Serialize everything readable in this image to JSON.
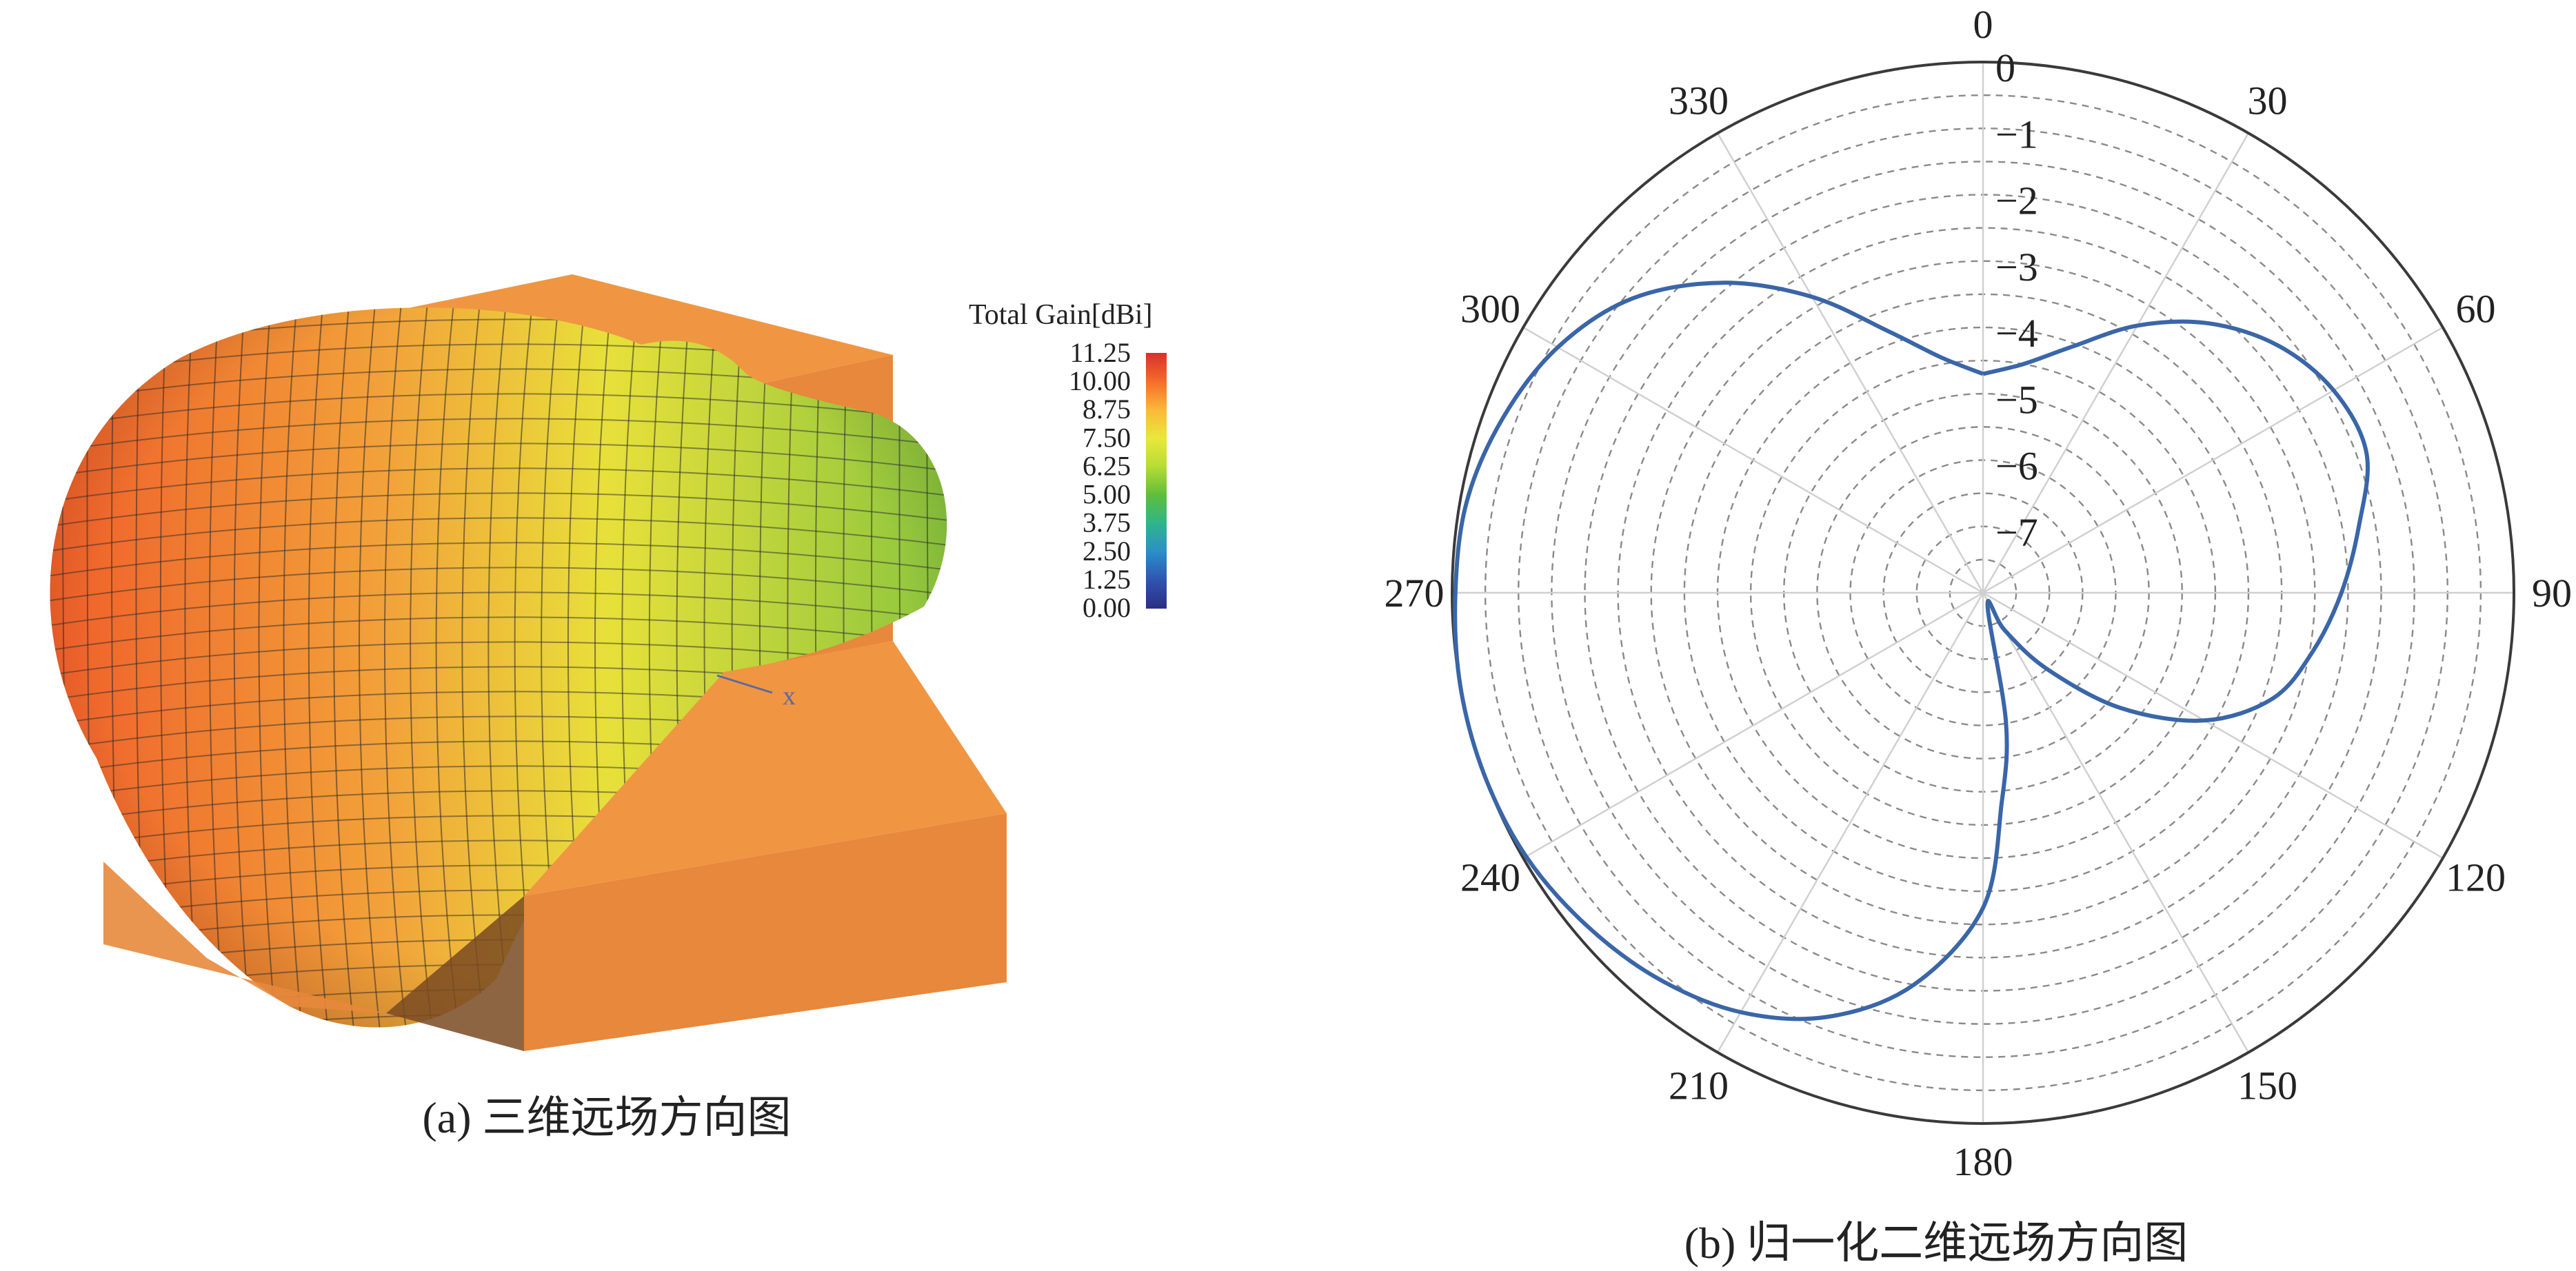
{
  "panel_a": {
    "caption": "(a) 三维远场方向图",
    "axis_marker": "x",
    "colorbar": {
      "title": "Total Gain[dBi]",
      "ticks": [
        "11.25",
        "10.00",
        "8.75",
        "7.50",
        "6.25",
        "5.00",
        "3.75",
        "2.50",
        "1.25",
        "0.00"
      ],
      "colors": [
        "#d7302a",
        "#f46d2c",
        "#fbb83a",
        "#e9e83a",
        "#b7dc36",
        "#5fbe3a",
        "#2fb58a",
        "#2b8fc9",
        "#2e55b0",
        "#2b2f82"
      ]
    },
    "colors": {
      "box_front": "#e7883c",
      "box_top": "#f09642",
      "box_shadow": "#7a4a22",
      "lobe_hot": "#ef5f2a",
      "lobe_warm": "#f2a33a",
      "lobe_mid": "#e8e03a",
      "lobe_cool": "#8cc63e"
    }
  },
  "panel_b": {
    "caption": "(b) 归一化二维远场方向图",
    "chart_data": {
      "type": "polar-line",
      "angle_ticks": [
        "0",
        "30",
        "60",
        "90",
        "120",
        "150",
        "180",
        "210",
        "240",
        "270",
        "300",
        "330"
      ],
      "angle_tick_values": [
        0,
        30,
        60,
        90,
        120,
        150,
        180,
        210,
        240,
        270,
        300,
        330
      ],
      "radial_ticks": [
        "0",
        "−1",
        "−2",
        "−3",
        "−4",
        "−5",
        "−6",
        "−7"
      ],
      "radial_range": [
        -8,
        0
      ],
      "radial_grid_step": 0.5,
      "grid": true,
      "series": [
        {
          "color": "#3a66a8",
          "points": [
            [
              0,
              -4.7
            ],
            [
              10,
              -4.5
            ],
            [
              20,
              -4.05
            ],
            [
              30,
              -3.35
            ],
            [
              40,
              -2.7
            ],
            [
              50,
              -2.2
            ],
            [
              60,
              -1.9
            ],
            [
              70,
              -1.85
            ],
            [
              80,
              -2.25
            ],
            [
              90,
              -2.6
            ],
            [
              100,
              -2.95
            ],
            [
              110,
              -3.35
            ],
            [
              120,
              -4.15
            ],
            [
              130,
              -5.3
            ],
            [
              140,
              -6.5
            ],
            [
              150,
              -7.35
            ],
            [
              160,
              -7.8
            ],
            [
              170,
              -6.0
            ],
            [
              175,
              -4.8
            ],
            [
              180,
              -3.25
            ],
            [
              190,
              -2.0
            ],
            [
              200,
              -1.2
            ],
            [
              210,
              -0.7
            ],
            [
              220,
              -0.4
            ],
            [
              230,
              -0.2
            ],
            [
              240,
              -0.05
            ],
            [
              250,
              0.0
            ],
            [
              260,
              0.0
            ],
            [
              270,
              -0.05
            ],
            [
              280,
              -0.1
            ],
            [
              290,
              -0.3
            ],
            [
              300,
              -0.6
            ],
            [
              310,
              -1.1
            ],
            [
              320,
              -1.9
            ],
            [
              330,
              -2.85
            ],
            [
              340,
              -3.8
            ],
            [
              350,
              -4.4
            ],
            [
              360,
              -4.7
            ]
          ]
        }
      ]
    }
  }
}
